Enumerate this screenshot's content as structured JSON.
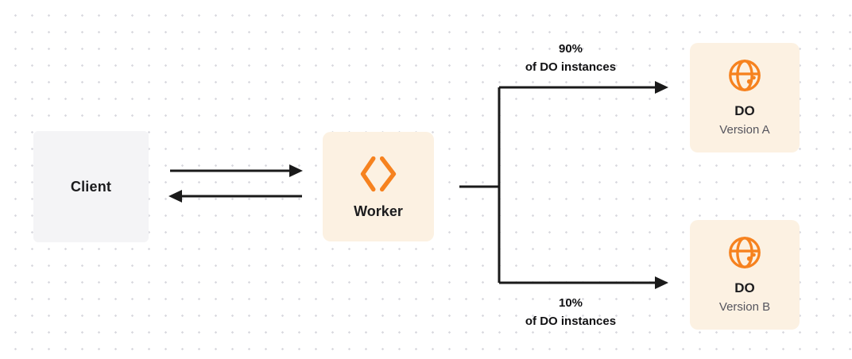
{
  "colors": {
    "orange": "#F6821F",
    "node_cream": "#FCF1E2",
    "client_gray": "#F4F4F6",
    "text_dark": "#1C1C1E",
    "text_muted": "#55555E",
    "arrow": "#1A1A1A",
    "grid_dot": "#DADAE0"
  },
  "nodes": {
    "client": {
      "label": "Client"
    },
    "worker": {
      "label": "Worker",
      "icon": "workers-icon"
    },
    "do_version_a": {
      "title": "DO",
      "subtitle": "Version A",
      "icon": "globe-icon"
    },
    "do_version_b": {
      "title": "DO",
      "subtitle": "Version B",
      "icon": "globe-icon"
    }
  },
  "branches": {
    "top": {
      "percent": "90%",
      "caption": "of DO instances"
    },
    "bottom": {
      "percent": "10%",
      "caption": "of DO instances"
    }
  }
}
